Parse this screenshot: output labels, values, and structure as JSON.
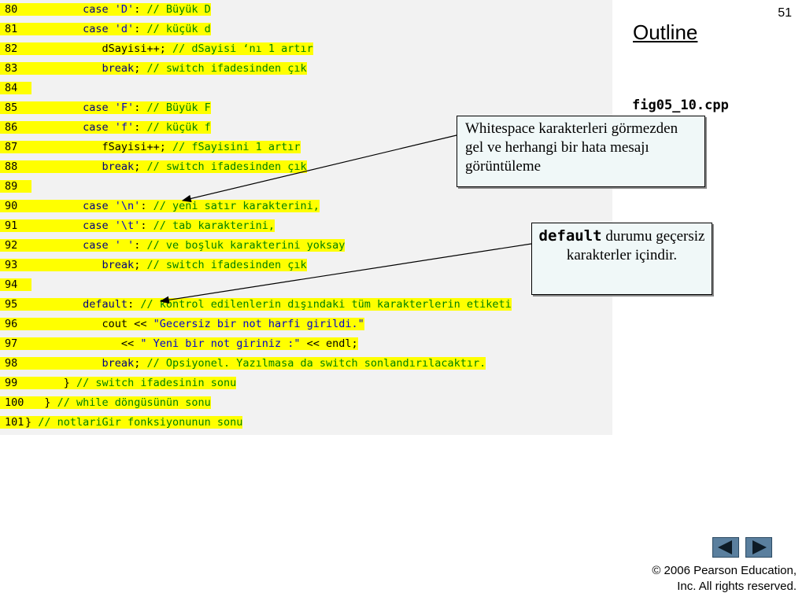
{
  "slide_number": "51",
  "outline_label": "Outline",
  "file_name": "fig05_10.cpp",
  "code_lines": [
    {
      "num": "80",
      "indent": "         ",
      "parts": [
        {
          "c": "kw",
          "t": "case "
        },
        {
          "c": "str",
          "t": "'D'"
        },
        {
          "c": "tx",
          "t": ": "
        },
        {
          "c": "cm",
          "t": "// Büyük D"
        }
      ]
    },
    {
      "num": "81",
      "indent": "         ",
      "parts": [
        {
          "c": "kw",
          "t": "case "
        },
        {
          "c": "str",
          "t": "'d'"
        },
        {
          "c": "tx",
          "t": ": "
        },
        {
          "c": "cm",
          "t": "// küçük d"
        }
      ]
    },
    {
      "num": "82",
      "indent": "            ",
      "parts": [
        {
          "c": "tx",
          "t": "dSayisi++; "
        },
        {
          "c": "cm",
          "t": "// dSayisi ‘nı 1 artır"
        }
      ]
    },
    {
      "num": "83",
      "indent": "            ",
      "parts": [
        {
          "c": "kw",
          "t": "break"
        },
        {
          "c": "tx",
          "t": "; "
        },
        {
          "c": "cm",
          "t": "// switch ifadesinden çık"
        }
      ]
    },
    {
      "num": "84",
      "indent": "",
      "parts": []
    },
    {
      "num": "85",
      "indent": "         ",
      "parts": [
        {
          "c": "kw",
          "t": "case "
        },
        {
          "c": "str",
          "t": "'F'"
        },
        {
          "c": "tx",
          "t": ": "
        },
        {
          "c": "cm",
          "t": "// Büyük F"
        }
      ]
    },
    {
      "num": "86",
      "indent": "         ",
      "parts": [
        {
          "c": "kw",
          "t": "case "
        },
        {
          "c": "str",
          "t": "'f'"
        },
        {
          "c": "tx",
          "t": ": "
        },
        {
          "c": "cm",
          "t": "// küçük f"
        }
      ]
    },
    {
      "num": "87",
      "indent": "            ",
      "parts": [
        {
          "c": "tx",
          "t": "fSayisi++; "
        },
        {
          "c": "cm",
          "t": "// fSayisini 1 artır"
        }
      ]
    },
    {
      "num": "88",
      "indent": "            ",
      "parts": [
        {
          "c": "kw",
          "t": "break"
        },
        {
          "c": "tx",
          "t": "; "
        },
        {
          "c": "cm",
          "t": "// switch ifadesinden çık"
        }
      ]
    },
    {
      "num": "89",
      "indent": "",
      "parts": []
    },
    {
      "num": "90",
      "indent": "         ",
      "parts": [
        {
          "c": "kw",
          "t": "case "
        },
        {
          "c": "str",
          "t": "'\\n'"
        },
        {
          "c": "tx",
          "t": ": "
        },
        {
          "c": "cm",
          "t": "// yeni satır karakterini,"
        }
      ]
    },
    {
      "num": "91",
      "indent": "         ",
      "parts": [
        {
          "c": "kw",
          "t": "case "
        },
        {
          "c": "str",
          "t": "'\\t'"
        },
        {
          "c": "tx",
          "t": ": "
        },
        {
          "c": "cm",
          "t": "// tab karakterini,"
        }
      ]
    },
    {
      "num": "92",
      "indent": "         ",
      "parts": [
        {
          "c": "kw",
          "t": "case "
        },
        {
          "c": "str",
          "t": "' '"
        },
        {
          "c": "tx",
          "t": ": "
        },
        {
          "c": "cm",
          "t": "// ve boşluk karakterini yoksay"
        }
      ]
    },
    {
      "num": "93",
      "indent": "            ",
      "parts": [
        {
          "c": "kw",
          "t": "break"
        },
        {
          "c": "tx",
          "t": "; "
        },
        {
          "c": "cm",
          "t": "// switch ifadesinden çık"
        }
      ]
    },
    {
      "num": "94",
      "indent": "",
      "parts": []
    },
    {
      "num": "95",
      "indent": "         ",
      "parts": [
        {
          "c": "kw",
          "t": "default"
        },
        {
          "c": "tx",
          "t": ": "
        },
        {
          "c": "cm",
          "t": "// kontrol edilenlerin dışındaki tüm karakterlerin etiketi"
        }
      ]
    },
    {
      "num": "96",
      "indent": "            ",
      "parts": [
        {
          "c": "tx",
          "t": "cout << "
        },
        {
          "c": "str",
          "t": "\"Gecersiz bir not harfi girildi.\""
        }
      ]
    },
    {
      "num": "97",
      "indent": "               ",
      "parts": [
        {
          "c": "tx",
          "t": "<< "
        },
        {
          "c": "str",
          "t": "\" Yeni bir not giriniz :\""
        },
        {
          "c": "tx",
          "t": " << endl;"
        }
      ]
    },
    {
      "num": "98",
      "indent": "            ",
      "parts": [
        {
          "c": "kw",
          "t": "break"
        },
        {
          "c": "tx",
          "t": "; "
        },
        {
          "c": "cm",
          "t": "// Opsiyonel. Yazılmasa da switch sonlandırılacaktır."
        }
      ]
    },
    {
      "num": "99",
      "indent": "      ",
      "parts": [
        {
          "c": "tx",
          "t": "} "
        },
        {
          "c": "cm",
          "t": "// switch ifadesinin sonu"
        }
      ]
    },
    {
      "num": "100",
      "indent": "   ",
      "parts": [
        {
          "c": "tx",
          "t": "} "
        },
        {
          "c": "cm",
          "t": "// while döngüsünün sonu"
        }
      ]
    },
    {
      "num": "101",
      "indent": "",
      "parts": [
        {
          "c": "tx",
          "t": "} "
        },
        {
          "c": "cm",
          "t": "// notlariGir fonksiyonunun sonu"
        }
      ]
    }
  ],
  "callouts": {
    "whitespace": {
      "text": "Whitespace karakterleri görmezden gel ve herhangi bir hata mesajı görüntüleme"
    },
    "default": {
      "code": "default",
      "text": " durumu geçersiz karakterler içindir."
    }
  },
  "nav": {
    "prev_icon": "arrow-left-icon",
    "next_icon": "arrow-right-icon"
  },
  "copyright": {
    "symbol": "©",
    "line1": " 2006 Pearson Education,",
    "line2": "Inc.  All rights reserved."
  },
  "colors": {
    "keyword": "#000080",
    "comment": "#008000",
    "string": "#0000cc",
    "highlight": "#ffff00",
    "nav_button": "#5a7f9e"
  }
}
